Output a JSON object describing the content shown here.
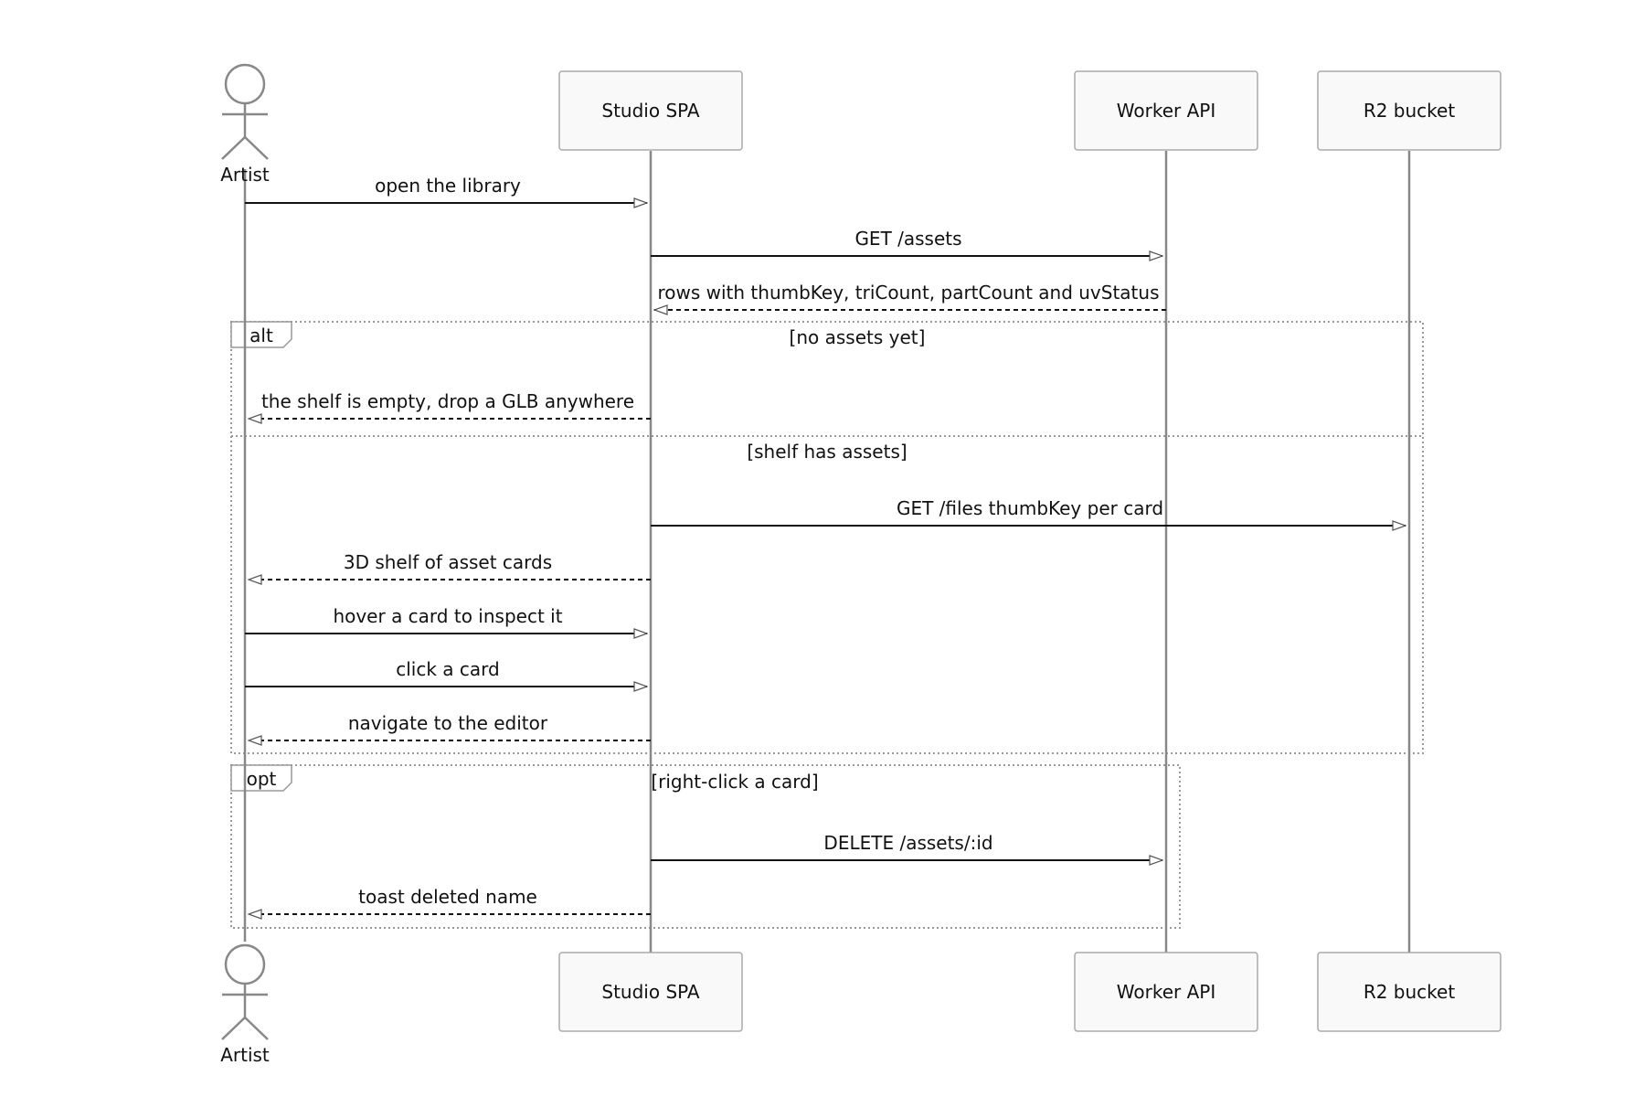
{
  "participants": [
    {
      "id": "artist",
      "label": "Artist",
      "kind": "actor"
    },
    {
      "id": "spa",
      "label": "Studio SPA",
      "kind": "box"
    },
    {
      "id": "api",
      "label": "Worker API",
      "kind": "box"
    },
    {
      "id": "r2",
      "label": "R2 bucket",
      "kind": "box"
    }
  ],
  "messages": [
    {
      "from": "artist",
      "to": "spa",
      "text": "open the library",
      "style": "solid"
    },
    {
      "from": "spa",
      "to": "api",
      "text": "GET /assets",
      "style": "solid"
    },
    {
      "from": "api",
      "to": "spa",
      "text": "rows with thumbKey, triCount, partCount and uvStatus",
      "style": "dashed"
    },
    {
      "from": "spa",
      "to": "artist",
      "text": "the shelf is empty, drop a GLB anywhere",
      "style": "dashed"
    },
    {
      "from": "spa",
      "to": "r2",
      "text": "GET /files thumbKey per card",
      "style": "solid"
    },
    {
      "from": "spa",
      "to": "artist",
      "text": "3D shelf of asset cards",
      "style": "dashed"
    },
    {
      "from": "artist",
      "to": "spa",
      "text": "hover a card to inspect it",
      "style": "solid"
    },
    {
      "from": "artist",
      "to": "spa",
      "text": "click a card",
      "style": "solid"
    },
    {
      "from": "spa",
      "to": "artist",
      "text": "navigate to the editor",
      "style": "dashed"
    },
    {
      "from": "spa",
      "to": "api",
      "text": "DELETE /assets/:id",
      "style": "solid"
    },
    {
      "from": "spa",
      "to": "artist",
      "text": "toast deleted name",
      "style": "dashed"
    }
  ],
  "fragments": [
    {
      "kind": "alt",
      "sections": [
        "[no assets yet]",
        "[shelf has assets]"
      ]
    },
    {
      "kind": "opt",
      "sections": [
        "[right-click a card]"
      ]
    }
  ],
  "colors": {
    "line": "#888888",
    "box_fill": "#f9f9f9",
    "box_stroke": "#aaaaaa",
    "message": "#111111",
    "fragment": "#999999"
  }
}
